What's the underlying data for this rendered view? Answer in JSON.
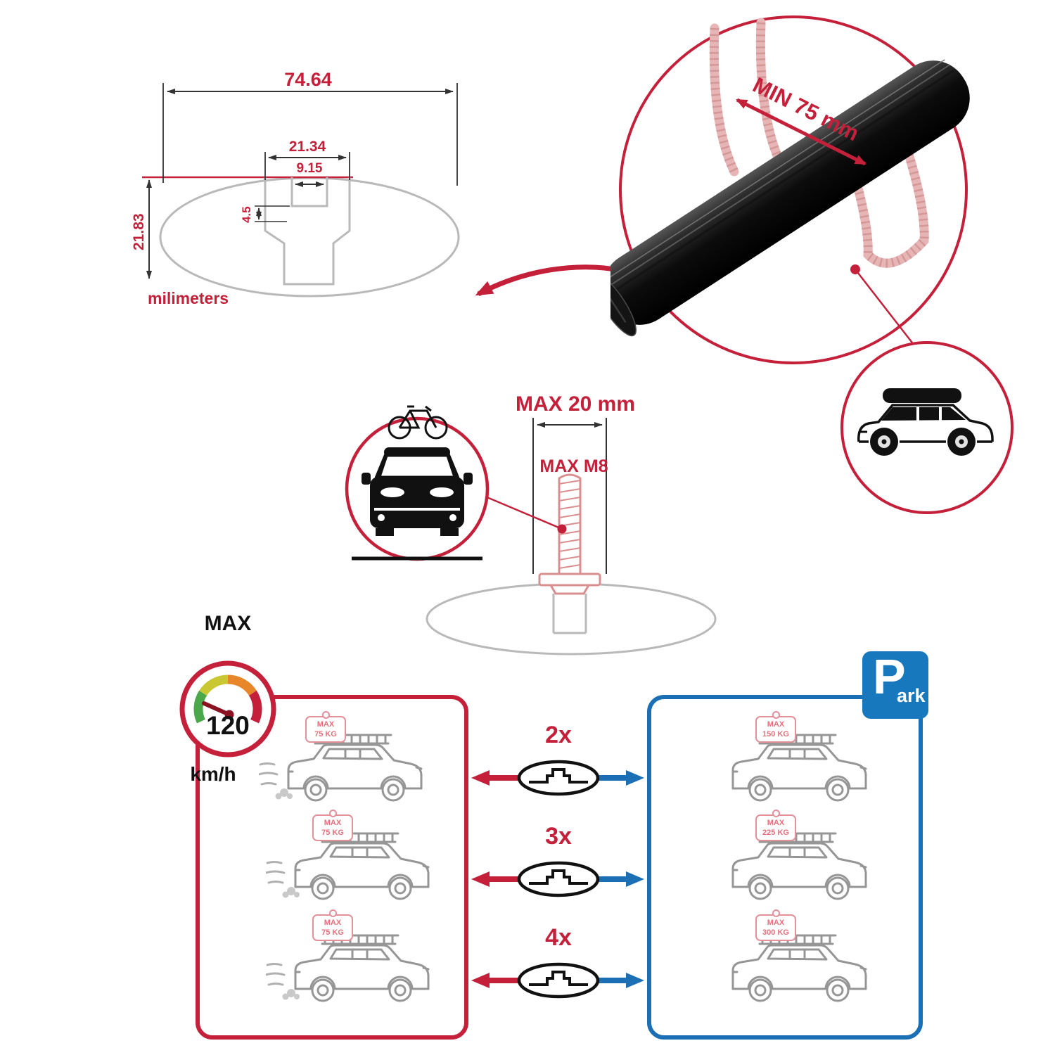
{
  "title": "Roof bar cross-section and load capacity infographic",
  "colors": {
    "red": "#c5203a",
    "blue": "#1b6fb5",
    "gray": "#b9b9b9",
    "pink": "#e4909a",
    "black": "#111111"
  },
  "dimension_diagram": {
    "total_width": "74.64",
    "upper_width": "21.34",
    "slot_width": "9.15",
    "step_depth": "4.5",
    "total_height": "21.83",
    "unit_label": "milimeters"
  },
  "bar_detail": {
    "min_span_label": "MIN 75 mm"
  },
  "bolt_diagram": {
    "max_width_label": "MAX 20 mm",
    "max_thread_label": "MAX M8"
  },
  "speed_limit": {
    "label": "MAX",
    "value": "120",
    "unit": "km/h"
  },
  "park_sign": {
    "letter": "P",
    "suffix": "ark"
  },
  "comparison": {
    "bar_counts": [
      "2x",
      "3x",
      "4x"
    ],
    "moving_loads": [
      {
        "max": "MAX",
        "weight": "75 KG"
      },
      {
        "max": "MAX",
        "weight": "75 KG"
      },
      {
        "max": "MAX",
        "weight": "75 KG"
      }
    ],
    "parked_loads": [
      {
        "max": "MAX",
        "weight": "150 KG"
      },
      {
        "max": "MAX",
        "weight": "225 KG"
      },
      {
        "max": "MAX",
        "weight": "300 KG"
      }
    ]
  }
}
